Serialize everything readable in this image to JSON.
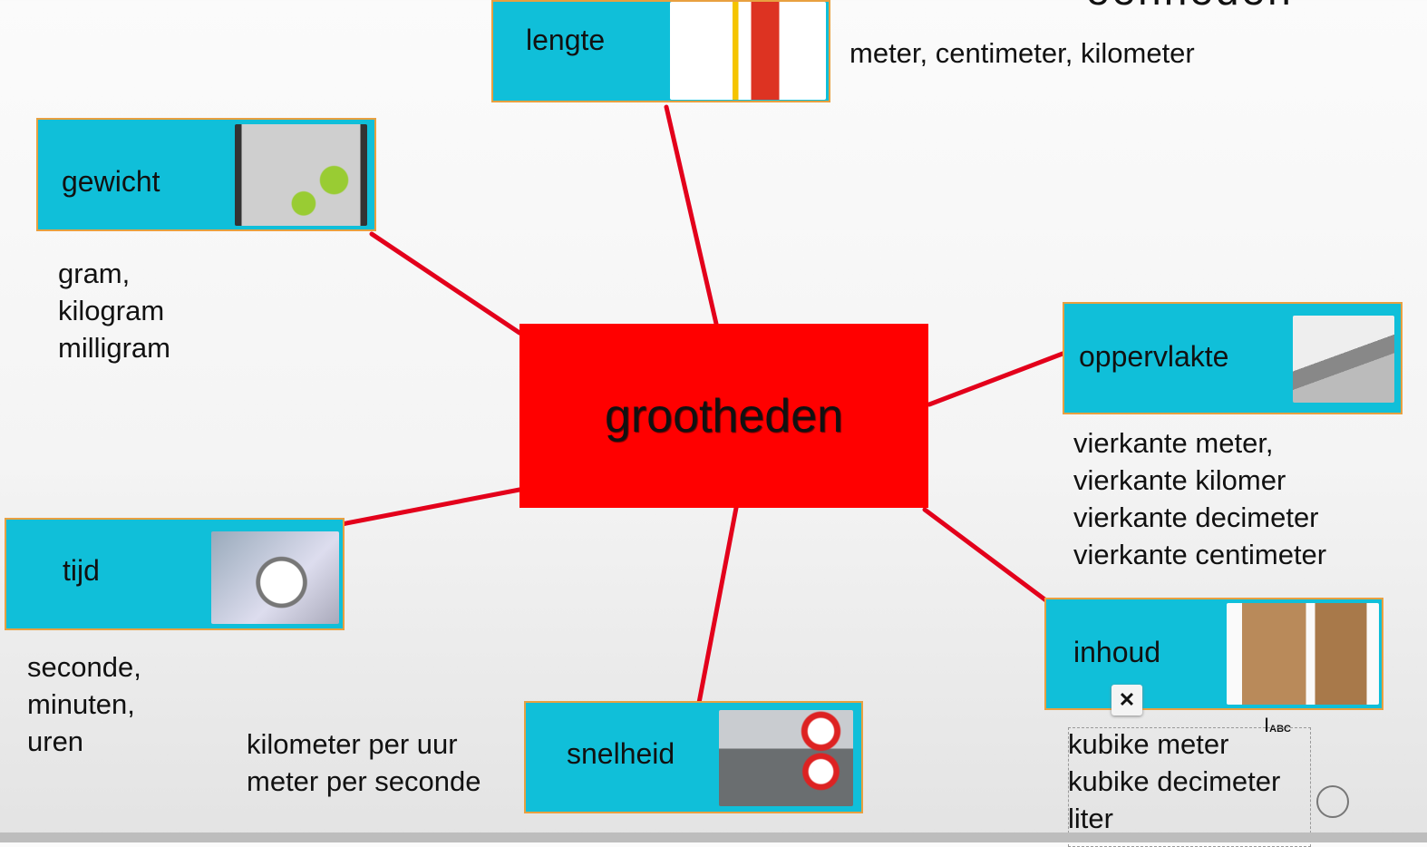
{
  "heading_cut": "eenheden",
  "center": {
    "label": "grootheden",
    "color": "#ff0000"
  },
  "line_color": "#e3001b",
  "box_color": "#10bfd9",
  "nodes": {
    "lengte": {
      "label": "lengte",
      "units": "meter, centimeter, kilometer",
      "image": "person-height-measure"
    },
    "gewicht": {
      "label": "gewicht",
      "units": "gram,\nkilogram\nmilligram",
      "image": "scale-with-apples"
    },
    "oppervlakte": {
      "label": "oppervlakte",
      "units": "vierkante meter,\nvierkante kilomer\nvierkante decimeter\nvierkante centimeter",
      "image": "floor-tiling"
    },
    "tijd": {
      "label": "tijd",
      "units": "seconde,\nminuten,\nuren",
      "image": "stopwatch"
    },
    "snelheid": {
      "label": "snelheid",
      "units": "kilometer per uur\nmeter per seconde",
      "image": "highway-speed-signs"
    },
    "inhoud": {
      "label": "inhoud",
      "units": "kubike meter\nkubike decimeter\nliter",
      "image": "cardboard-boxes"
    }
  },
  "overlay": {
    "move_handle": "move-icon",
    "cursor_label": "ABC"
  }
}
